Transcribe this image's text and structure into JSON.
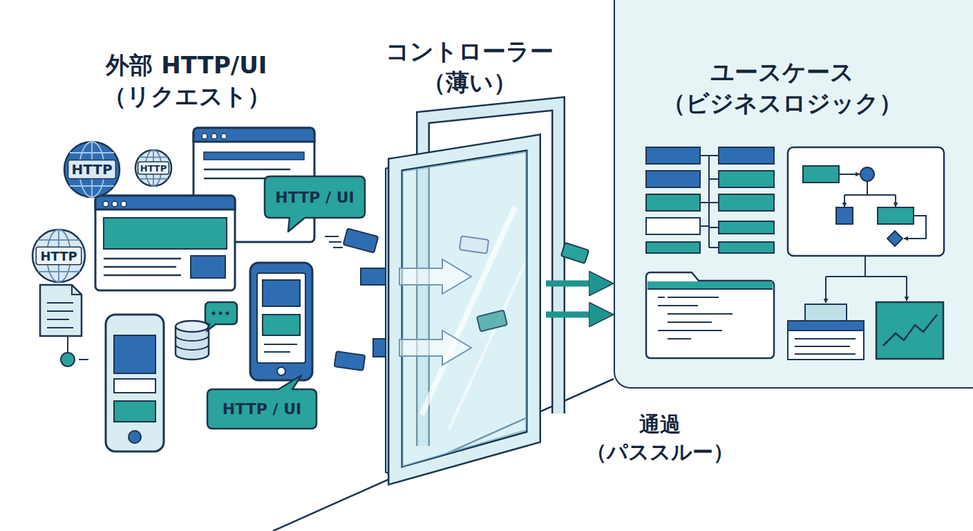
{
  "diagram": {
    "nodes": [
      {
        "text": [
          "コントローラー （薄い）"
        ]
      },
      {
        "text": [
          "ユースケース （ビジネスロジック）"
        ]
      },
      {
        "text": [
          "HTTP"
        ]
      },
      {
        "text": [
          "HTTP"
        ]
      },
      {
        "text": [
          "HTTP / UI"
        ]
      },
      {
        "text": [
          "HTTP"
        ]
      },
      {
        "text": [
          "HTTP / UI"
        ]
      }
    ],
    "edges": [
      {
        "from": 0,
        "to": 1,
        "arrow": "to"
      },
      {
        "from": 0,
        "to": 1,
        "arrow": "to"
      }
    ],
    "labels": [
      "外部 HTTP/UI （リクエスト）",
      "通過 （パススルー）"
    ]
  }
}
